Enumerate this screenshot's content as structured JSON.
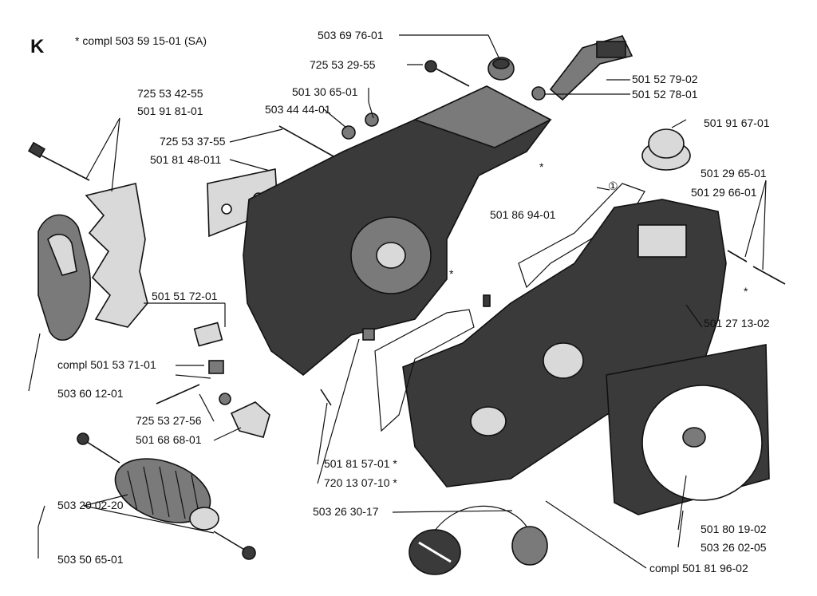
{
  "diagram": {
    "section_letter": "K",
    "header_note": "* compl 503 59 15-01 (SA)",
    "circled_marker": "①",
    "labels": {
      "p_503697601": "503 69 76-01",
      "p_725532955": "725 53 29-55",
      "p_501527902": "501 52 79-02",
      "p_501527801": "501 52 78-01",
      "p_501306501": "501 30 65-01",
      "p_503444401": "503 44 44-01",
      "p_725534255": "725 53 42-55",
      "p_501918101": "501 91 81-01",
      "p_725533755": "725 53 37-55",
      "p_501814801": "501 81 48-011",
      "p_501916701": "501 91 67-01",
      "p_501296501": "501 29 65-01",
      "p_501296601": "501 29 66-01",
      "p_501869401": "501 86 94-01",
      "p_501517201": "501 51 72-01",
      "p_501271302": "501 27 13-02",
      "p_501537101": "compl 501 53 71-01",
      "p_503601201": "503 60 12-01",
      "p_725532756": "725 53 27-56",
      "p_501686801": "501 68 68-01",
      "p_501815701": "501 81 57-01  *",
      "p_720130710": "720 13 07-10  *",
      "p_503263017": "503 26 30-17",
      "p_503200220": "503 20 02-20",
      "p_503506501": "503 50 65-01",
      "p_501801902": "501 80 19-02",
      "p_503260205": "503 26 02-05",
      "p_501819602": "compl 501 81 96-02"
    },
    "asterisk": "*"
  }
}
